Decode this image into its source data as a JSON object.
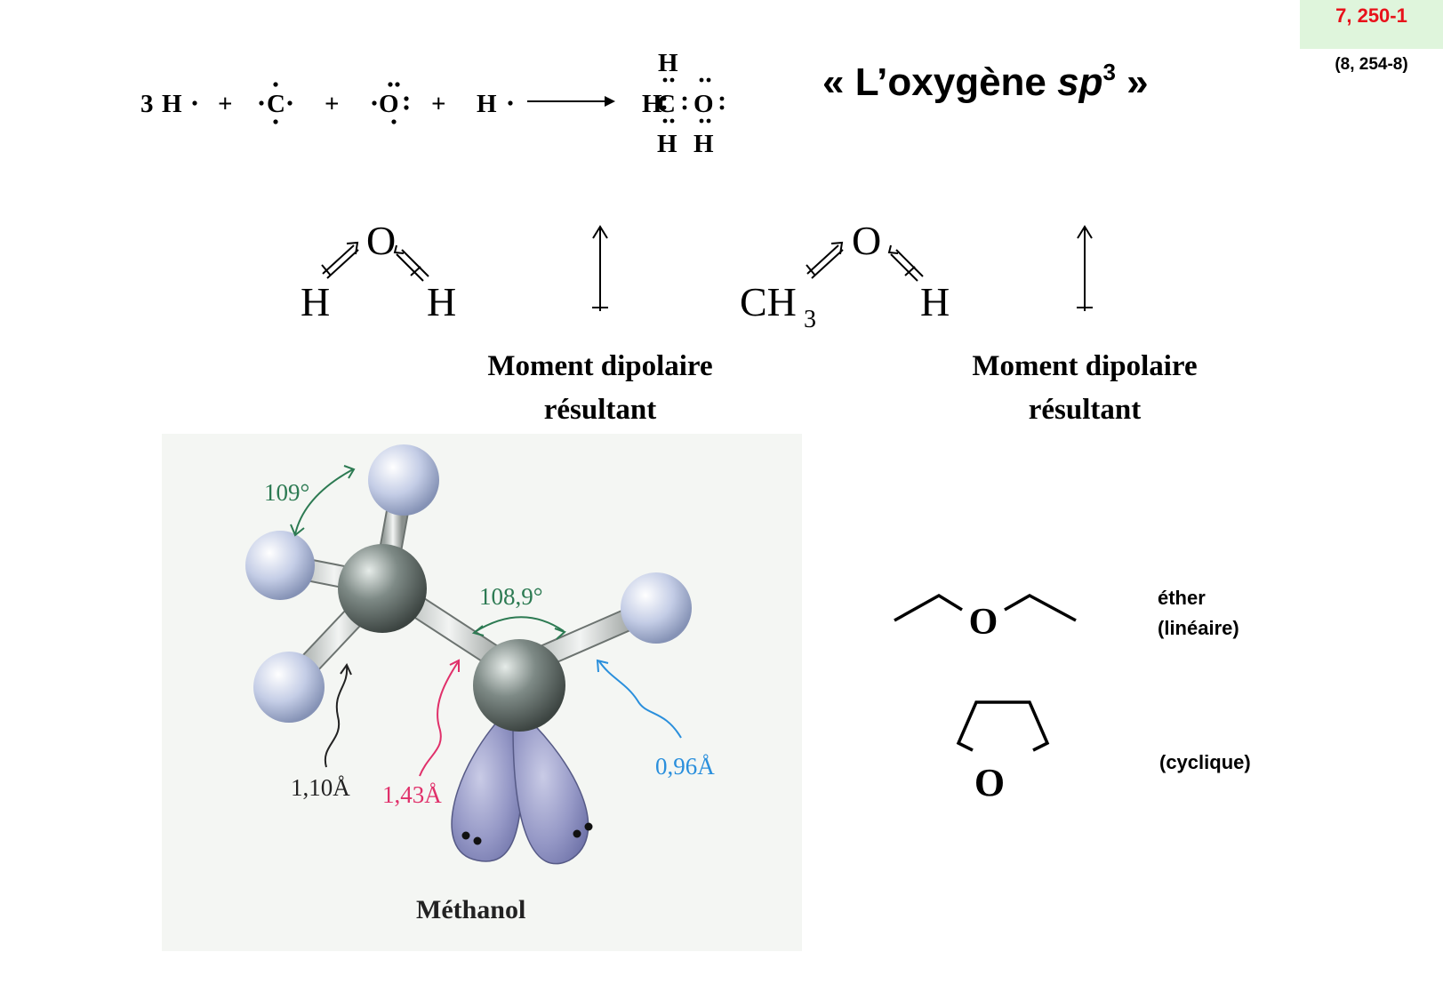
{
  "reference": {
    "main": "7, 250-1",
    "secondary": "(8, 254-8)"
  },
  "title": {
    "prefix": "« L’oxygène ",
    "emphasis": "sp",
    "superscript": "3",
    "suffix": " »"
  },
  "lewis_equation": {
    "coefficient": "3",
    "hydrogen": "H",
    "carbon": "C",
    "oxygen": "O",
    "plus": "+"
  },
  "water": {
    "o": "O",
    "h": "H"
  },
  "methanol_struct": {
    "ch": "CH",
    "sub": "3",
    "o": "O",
    "h": "H"
  },
  "dipole_caption_1": {
    "line1": "Moment dipolaire",
    "line2": "résultant"
  },
  "dipole_caption_2": {
    "line1": "Moment dipolaire",
    "line2": "résultant"
  },
  "methanol_model": {
    "angle_hch": "109°",
    "angle_coh": "108,9°",
    "bond_ch": "1,10Å",
    "bond_co": "1,43Å",
    "bond_oh": "0,96Å",
    "caption": "Méthanol"
  },
  "ethers": {
    "linear_o": "O",
    "linear_label_1": "éther",
    "linear_label_2": "(linéaire)",
    "cyclic_o": "O",
    "cyclic_label": "(cyclique)"
  },
  "colors": {
    "reference_red": "#e8121b",
    "reference_bg": "#dff5dc",
    "angle_green": "#2c7a52",
    "bond_pink": "#e0306a",
    "bond_blue": "#2a8fdc",
    "lobe_purple": "#8f92bd"
  }
}
